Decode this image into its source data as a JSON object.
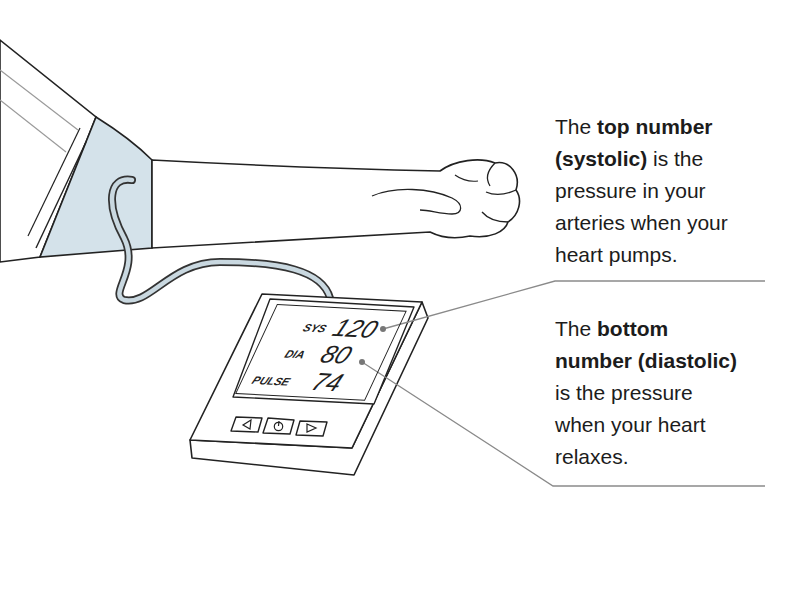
{
  "diagram": {
    "nodes": [
      {
        "text": [
          "SYS",
          "120",
          "DIA",
          "80",
          "PULSE",
          "74"
        ]
      }
    ],
    "labels": [
      "The top number (systolic) is the pressure in your arteries when your heart pumps.",
      "The bottom number (diastolic) is the pressure when your heart relaxes."
    ]
  }
}
